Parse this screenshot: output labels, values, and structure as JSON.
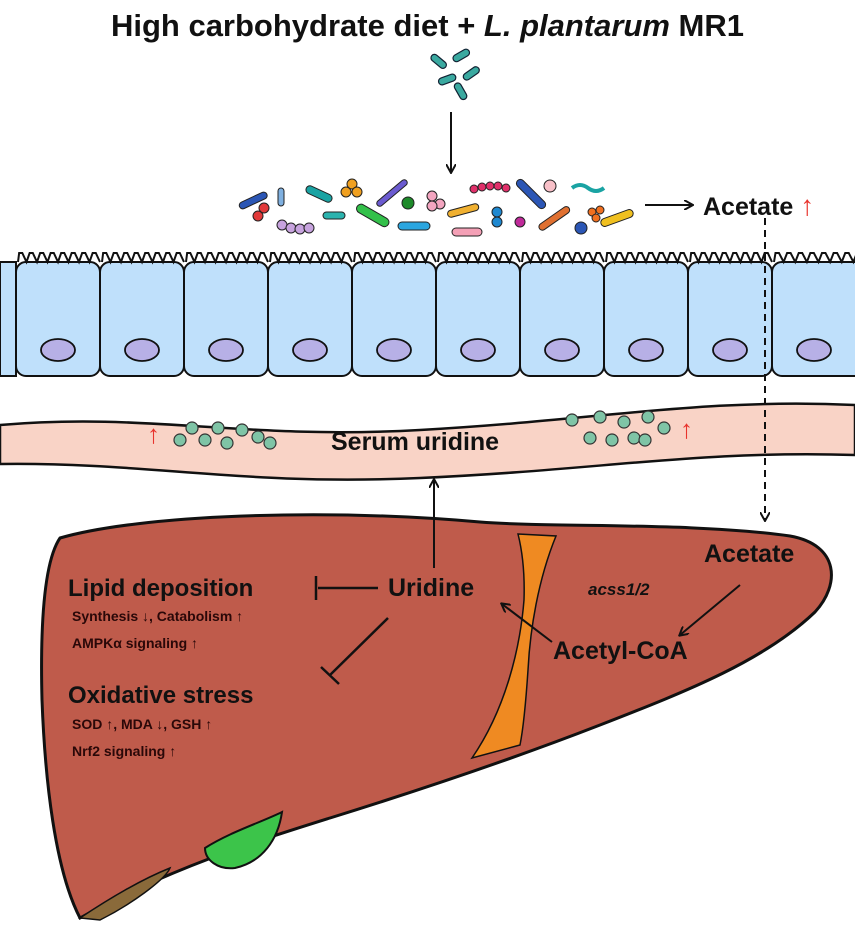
{
  "title": {
    "prefix": "High carbohydrate diet + ",
    "species": "L. plantarum",
    "strain": " MR1"
  },
  "gut": {
    "acetate_label": "Acetate",
    "acetate_arrow": "↑"
  },
  "serum": {
    "label": "Serum uridine",
    "left_arrow": "↑",
    "right_arrow": "↑"
  },
  "liver": {
    "acetate": "Acetate",
    "enzyme": "acss1/2",
    "acetyl_coa": "Acetyl-CoA",
    "uridine": "Uridine",
    "lipid": {
      "heading": "Lipid deposition",
      "line1": "Synthesis ↓, Catabolism ↑",
      "line2": "AMPKα signaling ↑"
    },
    "oxidative": {
      "heading": "Oxidative stress",
      "line1": "SOD ↑, MDA ↓, GSH ↑",
      "line2": "Nrf2 signaling ↑"
    }
  },
  "colors": {
    "liver": "#bf5b4b",
    "ligament": "#ef8a22",
    "gallbladder": "#3cc44a",
    "cell": "#bfe0fb",
    "nucleus": "#b7b0e6",
    "vessel": "#f9d3c6",
    "uridine_dot": "#7fc4a6",
    "up_arrow": "#e8332d"
  }
}
